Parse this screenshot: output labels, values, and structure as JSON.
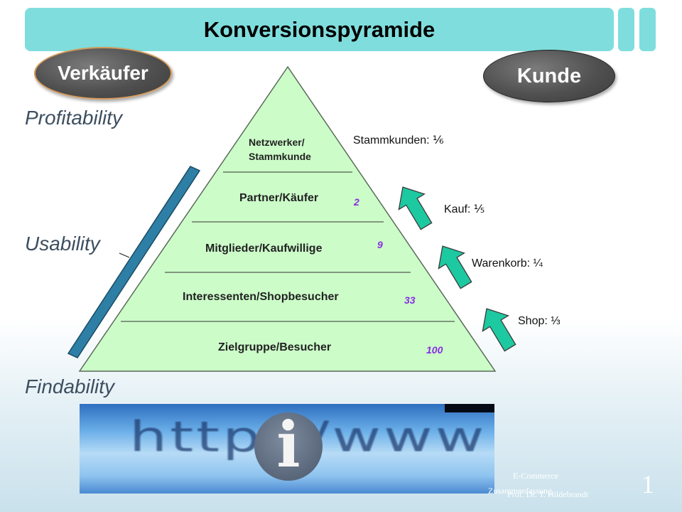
{
  "title": "Konversionspyramide",
  "roles": {
    "seller": "Verkäufer",
    "customer": "Kunde"
  },
  "side_labels": {
    "top": "Profitability",
    "middle": "Usability",
    "bottom": "Findability"
  },
  "pyramid": {
    "layers": [
      {
        "label_line1": "Netzwerker/",
        "label_line2": "Stammkunde",
        "count": ""
      },
      {
        "label": "Partner/Käufer",
        "count": "2"
      },
      {
        "label": "Mitglieder/Kaufwillige",
        "count": "9"
      },
      {
        "label": "Interessenten/Shopbesucher",
        "count": "33"
      },
      {
        "label": "Zielgruppe/Besucher",
        "count": "100"
      }
    ],
    "fill_color": "#ccfdc9",
    "count_color": "#8a2be2"
  },
  "conversion_rates": [
    {
      "label": "Stammkunden: ⅙"
    },
    {
      "label": "Kauf: ⅕"
    },
    {
      "label": "Warenkorb: ¼"
    },
    {
      "label": "Shop: ⅓"
    }
  ],
  "arrow_color": "#1dc9a0",
  "bar_color": "#2e7fa6",
  "banner": {
    "url_text": "http://www",
    "info_glyph": "i",
    "icon": "info-icon"
  },
  "footer": {
    "line1": "E-Commerce",
    "line2": "Zusammenfassung",
    "author": "Prof. Dr. T. Hildebrandt",
    "page": "1"
  }
}
